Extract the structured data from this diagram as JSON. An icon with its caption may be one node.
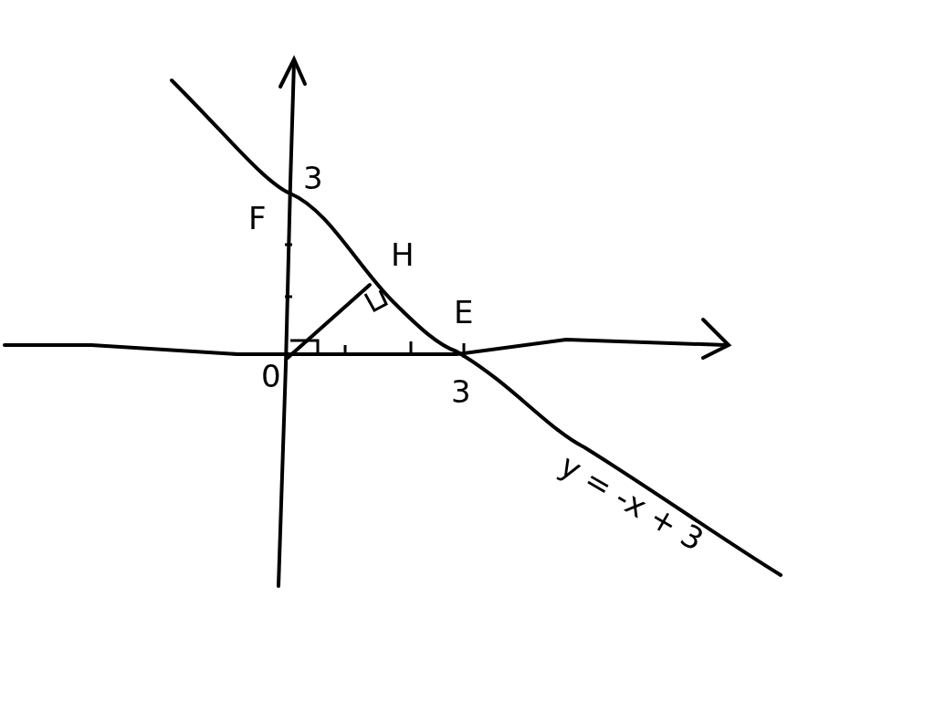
{
  "diagram": {
    "labels": [
      "3",
      "F",
      "H",
      "E",
      "0",
      "3",
      "y = -x + 3"
    ]
  }
}
